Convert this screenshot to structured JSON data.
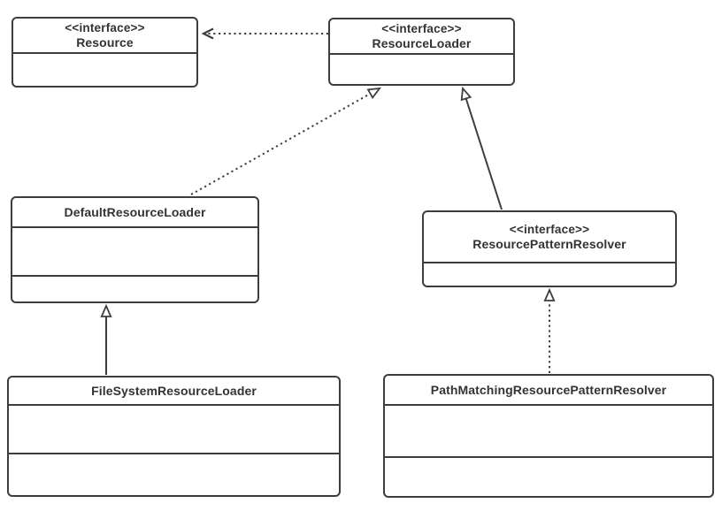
{
  "diagram_type": "uml-class-diagram",
  "colors": {
    "line": "#3d3d3d",
    "text": "#333333",
    "box_fill": "#ffffff",
    "background": "#ffffff"
  },
  "nodes": {
    "resource": {
      "stereotype": "<<interface>>",
      "name": "Resource"
    },
    "resource_loader": {
      "stereotype": "<<interface>>",
      "name": "ResourceLoader"
    },
    "default_resource_loader": {
      "name": "DefaultResourceLoader"
    },
    "resource_pattern_resolver": {
      "stereotype": "<<interface>>",
      "name": "ResourcePatternResolver"
    },
    "file_system_resource_loader": {
      "name": "FileSystemResourceLoader"
    },
    "path_matching_resource_pattern_resolver": {
      "name": "PathMatchingResourcePatternResolver"
    }
  },
  "relationships": [
    {
      "from": "ResourceLoader",
      "to": "Resource",
      "type": "dependency",
      "line_style": "dotted",
      "arrowhead": "open"
    },
    {
      "from": "DefaultResourceLoader",
      "to": "ResourceLoader",
      "type": "realization",
      "line_style": "dotted",
      "arrowhead": "hollow-triangle"
    },
    {
      "from": "ResourcePatternResolver",
      "to": "ResourceLoader",
      "type": "generalization",
      "line_style": "solid",
      "arrowhead": "hollow-triangle"
    },
    {
      "from": "FileSystemResourceLoader",
      "to": "DefaultResourceLoader",
      "type": "generalization",
      "line_style": "solid",
      "arrowhead": "hollow-triangle"
    },
    {
      "from": "PathMatchingResourcePatternResolver",
      "to": "ResourcePatternResolver",
      "type": "realization",
      "line_style": "dotted",
      "arrowhead": "hollow-triangle"
    }
  ]
}
